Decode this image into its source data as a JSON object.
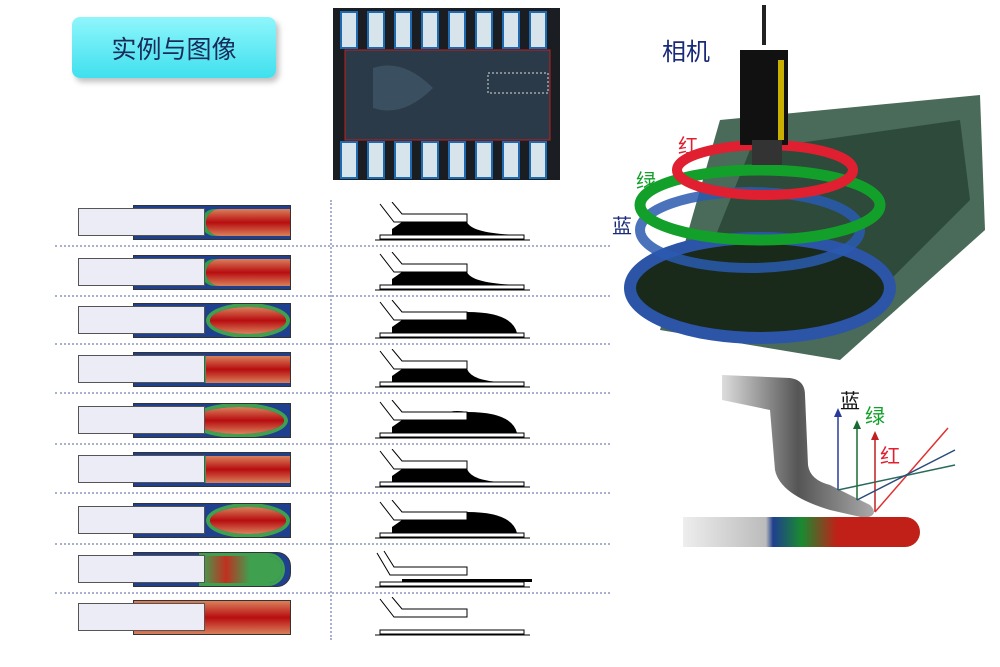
{
  "title": "实例与图像",
  "camera_diagram": {
    "camera_label": "相机",
    "red_label": "红",
    "green_label": "绿",
    "blue_label": "蓝"
  },
  "lead_diagram": {
    "blue_label": "蓝",
    "green_label": "绿",
    "red_label": "红"
  },
  "colors": {
    "red": "#d42020",
    "green": "#12a02a",
    "blue": "#1f3f8f",
    "title_bg": "#5ae8f2"
  },
  "rows": [
    {
      "type": "tip"
    },
    {
      "type": "tip"
    },
    {
      "type": "ellipse"
    },
    {
      "type": "full"
    },
    {
      "type": "notch"
    },
    {
      "type": "full"
    },
    {
      "type": "ellipse"
    },
    {
      "type": "lifted"
    },
    {
      "type": "none"
    }
  ]
}
